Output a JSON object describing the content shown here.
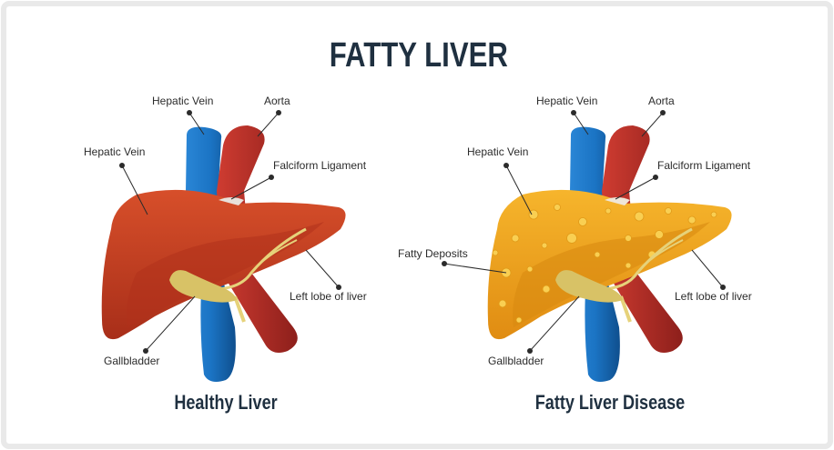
{
  "title": "FATTY LIVER",
  "panels": [
    {
      "caption": "Healthy Liver",
      "labels": {
        "hepatic_vein_top": "Hepatic Vein",
        "aorta": "Aorta",
        "hepatic_vein_side": "Hepatic Vein",
        "falciform_ligament": "Falciform Ligament",
        "left_lobe": "Left lobe of liver",
        "gallbladder": "Gallbladder"
      }
    },
    {
      "caption": "Fatty Liver Disease",
      "labels": {
        "hepatic_vein_top": "Hepatic Vein",
        "aorta": "Aorta",
        "hepatic_vein_side": "Hepatic Vein",
        "falciform_ligament": "Falciform Ligament",
        "fatty_deposits": "Fatty Deposits",
        "left_lobe": "Left lobe of liver",
        "gallbladder": "Gallbladder"
      }
    }
  ],
  "colors": {
    "title": "#1f3040",
    "vein_blue": "#1a6fc0",
    "aorta_red": "#b8312a",
    "healthy_liver": "#c8401f",
    "fatty_liver": "#eea11c",
    "gallbladder": "#d7c060"
  }
}
